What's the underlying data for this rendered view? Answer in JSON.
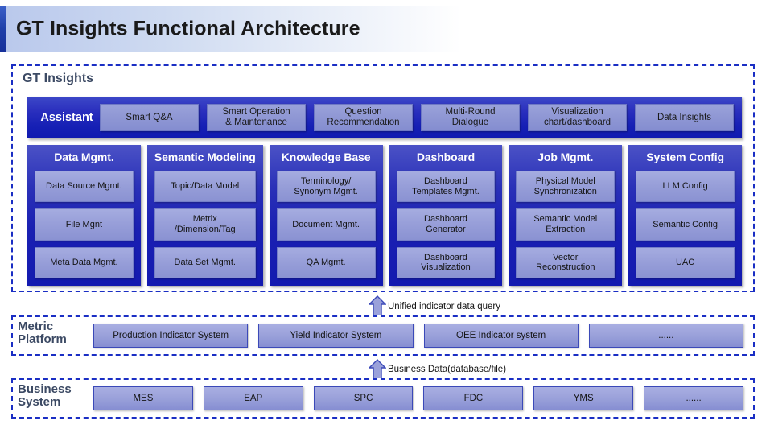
{
  "title": "GT Insights Functional Architecture",
  "colors": {
    "accent_bar": "#1f3fa8",
    "dashed_border": "#1a2ec4",
    "panel_blue": "#1620b5",
    "chip_fill": "#949bd6",
    "section_label": "#3c4a64"
  },
  "gt_insights": {
    "label": "GT Insights",
    "assistant": {
      "title": "Assistant",
      "items": [
        {
          "label": "Smart Q&A"
        },
        {
          "label": "Smart Operation\n& Maintenance"
        },
        {
          "label": "Question\nRecommendation"
        },
        {
          "label": "Multi-Round\nDialogue"
        },
        {
          "label": "Visualization\nchart/dashboard"
        },
        {
          "label": "Data Insights"
        }
      ]
    },
    "columns": [
      {
        "title": "Data Mgmt.",
        "items": [
          "Data Source Mgmt.",
          "File Mgnt",
          "Meta Data Mgmt."
        ]
      },
      {
        "title": "Semantic Modeling",
        "items": [
          "Topic/Data Model",
          "Metrix\n/Dimension/Tag",
          "Data Set Mgmt."
        ]
      },
      {
        "title": "Knowledge Base",
        "items": [
          "Terminology/\nSynonym Mgmt.",
          "Document Mgmt.",
          "QA Mgmt."
        ]
      },
      {
        "title": "Dashboard",
        "items": [
          "Dashboard\nTemplates Mgmt.",
          "Dashboard\nGenerator",
          "Dashboard\nVisualization"
        ]
      },
      {
        "title": "Job Mgmt.",
        "items": [
          "Physical Model\nSynchronization",
          "Semantic Model\nExtraction",
          "Vector\nReconstruction"
        ]
      },
      {
        "title": "System Config",
        "items": [
          "LLM Config",
          "Semantic Config",
          "UAC"
        ]
      }
    ]
  },
  "metric_platform": {
    "label": "Metric\nPlatform",
    "items": [
      "Production Indicator System",
      "Yield Indicator System",
      "OEE Indicator system",
      "......"
    ]
  },
  "business_system": {
    "label": "Business\nSystem",
    "items": [
      "MES",
      "EAP",
      "SPC",
      "FDC",
      "YMS",
      "......"
    ]
  },
  "connectors": [
    {
      "caption": "Unified indicator data query",
      "icon": "arrow-up-icon"
    },
    {
      "caption": "Business Data(database/file)",
      "icon": "arrow-up-icon"
    }
  ]
}
